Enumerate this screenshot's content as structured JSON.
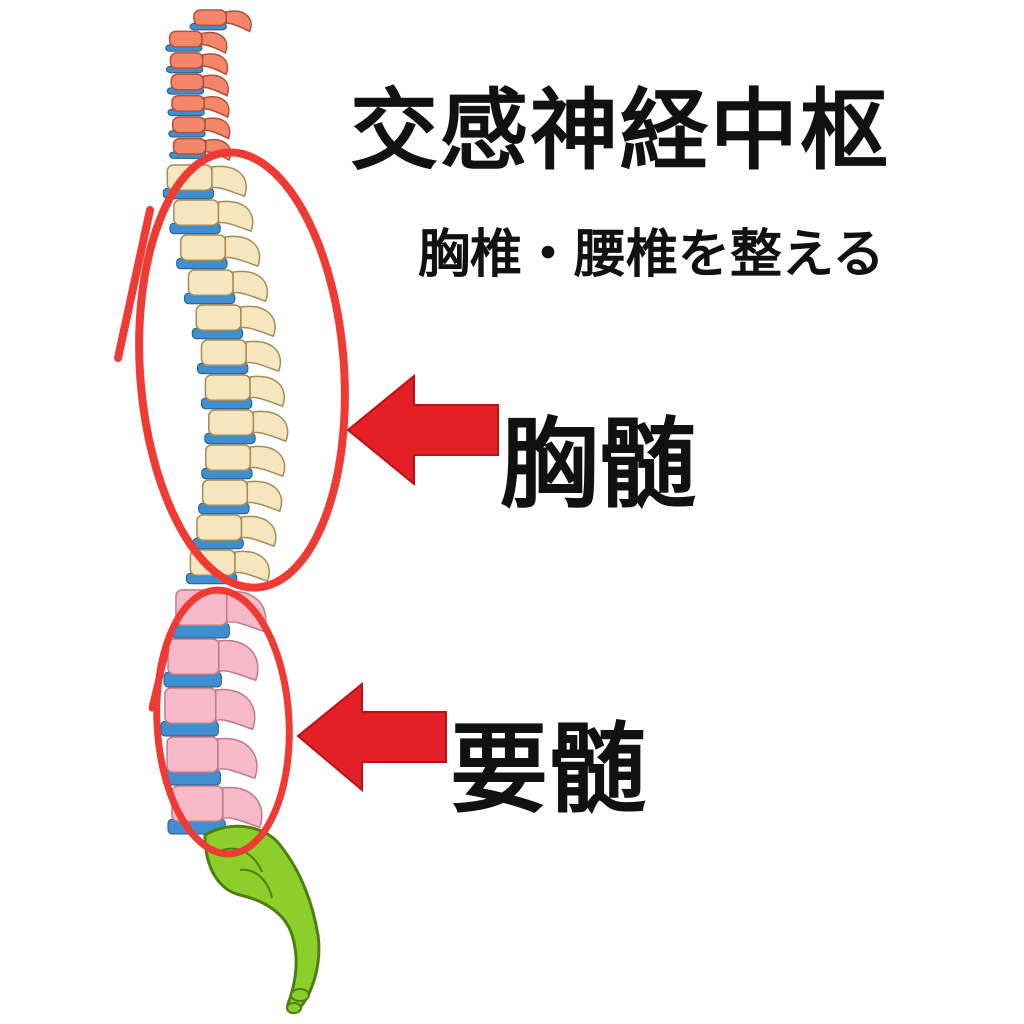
{
  "title": "交感神経中枢",
  "subtitle": "胸椎・腰椎を整える",
  "labels": {
    "thoracic": "胸髄",
    "lumbar": "要髄"
  },
  "colors": {
    "cervical": "#f4876a",
    "thoracic": "#f6e6be",
    "lumbar": "#f7b8c8",
    "sacrum": "#8ccf2a",
    "disc": "#3f8fd0",
    "highlight": "#ef3b34",
    "arrow": "#e41f26"
  },
  "spine": {
    "cervical_count": 7,
    "thoracic_count": 12,
    "lumbar_count": 5
  }
}
